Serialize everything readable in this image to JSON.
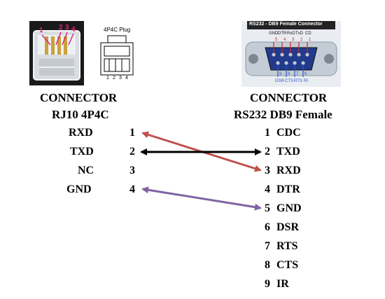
{
  "colors": {
    "rxd_wire": "#c0504d",
    "txd_wire": "#000000",
    "gnd_wire": "#8064a2",
    "pin_marker_left": "#e0217a",
    "pin_marker_right": "#d92020",
    "pin_label_right": "#2a56c6"
  },
  "left_connector": {
    "plug_label": "4P4C Plug",
    "plug_pin_numbers": [
      "1",
      "2",
      "3",
      "4"
    ],
    "photo_pin_markers": [
      "1",
      "2",
      "3",
      "4"
    ],
    "title_line1": "CONNECTOR",
    "title_line2": "RJ10 4P4C",
    "pins": [
      {
        "name": "RXD",
        "number": "1"
      },
      {
        "name": "TXD",
        "number": "2"
      },
      {
        "name": "NC",
        "number": "3"
      },
      {
        "name": "GND",
        "number": "4"
      }
    ]
  },
  "right_connector": {
    "photo_caption": "RS232 - DB9 Female Connector",
    "photo_top_labels": [
      "GND",
      "DTR",
      "RxD",
      "TxD",
      "CD"
    ],
    "photo_top_numbers": [
      "5",
      "4",
      "3",
      "2",
      "1"
    ],
    "photo_bottom_numbers": [
      "9",
      "8",
      "7",
      "6"
    ],
    "photo_bottom_labels": [
      "GSR",
      "CTS",
      "RTS",
      "RI"
    ],
    "title_line1": "CONNECTOR",
    "title_line2": "RS232 DB9 Female",
    "pins": [
      {
        "number": "1",
        "name": "CDC"
      },
      {
        "number": "2",
        "name": "TXD"
      },
      {
        "number": "3",
        "name": "RXD"
      },
      {
        "number": "4",
        "name": "DTR"
      },
      {
        "number": "5",
        "name": "GND"
      },
      {
        "number": "6",
        "name": "DSR"
      },
      {
        "number": "7",
        "name": "RTS"
      },
      {
        "number": "8",
        "name": "CTS"
      },
      {
        "number": "9",
        "name": "IR"
      }
    ]
  },
  "connections": [
    {
      "from": "RJ10 pin 1 RXD",
      "to": "DB9 pin 3 RXD",
      "color": "#c0504d"
    },
    {
      "from": "RJ10 pin 2 TXD",
      "to": "DB9 pin 2 TXD",
      "color": "#000000"
    },
    {
      "from": "RJ10 pin 4 GND",
      "to": "DB9 pin 5 GND",
      "color": "#8064a2"
    }
  ]
}
